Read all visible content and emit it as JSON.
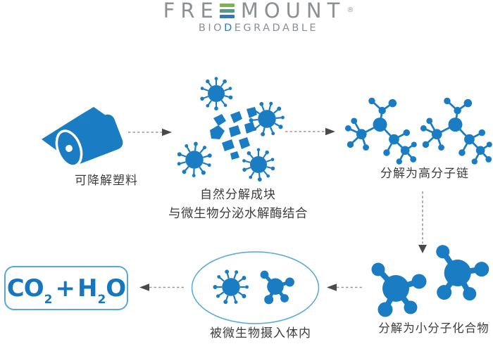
{
  "brand": {
    "name_prefix": "FRE",
    "name_suffix": "MOUNT",
    "registered_mark": "®",
    "tagline_prefix": "BIO",
    "tagline_highlight": "D",
    "tagline_suffix": "EGRADABLE"
  },
  "colors": {
    "primary_blue": "#1a7cc2",
    "light_blue_outline": "#55a8da",
    "logo_gray": "#8b9095",
    "logo_bar_green": "#7ab648",
    "logo_bar_teal": "#4f9b8d",
    "logo_bar_blue": "#2a7cc0",
    "arrow_dash_gray": "#9a9a9a",
    "arrow_head_gray": "#4a4a4a",
    "label_text": "#3d3d3d",
    "formula_blue": "#1777be"
  },
  "icons": {
    "plastic_roll": "rolled plastic film sheet",
    "microbe": "spiked microbe cell",
    "fragments": "broken plastic pieces",
    "polymer_chain": "branched polymer chain molecule",
    "small_molecule": "small compound molecule",
    "cell_ellipse": "microbe body outline",
    "arrow": "dashed process arrow"
  },
  "steps": {
    "step1_label": "可降解塑料",
    "step2_line1": "自然分解成块",
    "step2_line2": "与微生物分泌水解酶结合",
    "step3_label": "分解为高分子链",
    "step4_label": "分解为小分子化合物",
    "step5_label": "被微生物摄入体内"
  },
  "formula": {
    "part1": "CO",
    "sub1": "2",
    "plus": "+",
    "part2": "H",
    "sub2": "2",
    "part3": "O"
  }
}
